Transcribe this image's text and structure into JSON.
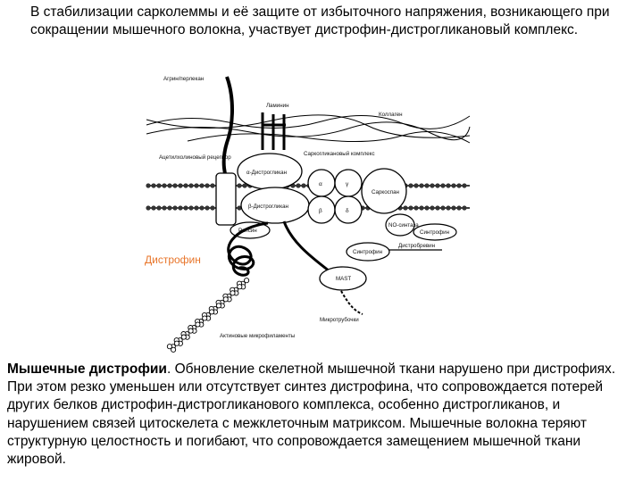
{
  "intro_text": "В стабилизации сарколеммы и её защите от избыточного напряжения, возникающего при сокращении мышечного волокна, участвует дистрофин-дистрогликановый комплекс.",
  "diagram": {
    "labels": {
      "agrin": "Агрин/перлекан",
      "laminin": "Ламинин",
      "collagen": "Коллаген",
      "sarcoglycan": "Саркогликановый комплекс",
      "ach_receptor": "Ацетилхолиновый рецептор",
      "alpha_dg": "α-Дистрогликан",
      "beta_dg": "β-Дистрогликан",
      "sarcospan": "Саркоспан",
      "alpha": "α",
      "gamma": "γ",
      "beta": "β",
      "delta": "δ",
      "no_synthase": "NO-синтаза",
      "syntrophin1": "Синтрофин",
      "rapsyn": "Рапсин",
      "syntrophin2": "Синтрофин",
      "dystrobrevin": "Дистробревин",
      "dystrophin": "Дистрофин",
      "mast": "MAST",
      "microtubules": "Микротрубочки",
      "actin": "Актиновые микрофиламенты"
    },
    "colors": {
      "dystrophin_label": "#e8752a"
    }
  },
  "bottom": {
    "heading": "Мышечные дистрофии",
    "text": ". Обновление скелетной мышечной ткани нарушено при дистрофиях. При этом резко уменьшен или отсутствует синтез дистрофина, что сопровождается потерей других белков дистрофин-дистрогликанового комплекса, особенно дистрогликанов, и нарушением связей цитоскелета с межклеточным матриксом. Мышечные волокна теряют структурную целостность и погибают, что сопровождается замещением мышечной ткани жировой."
  }
}
